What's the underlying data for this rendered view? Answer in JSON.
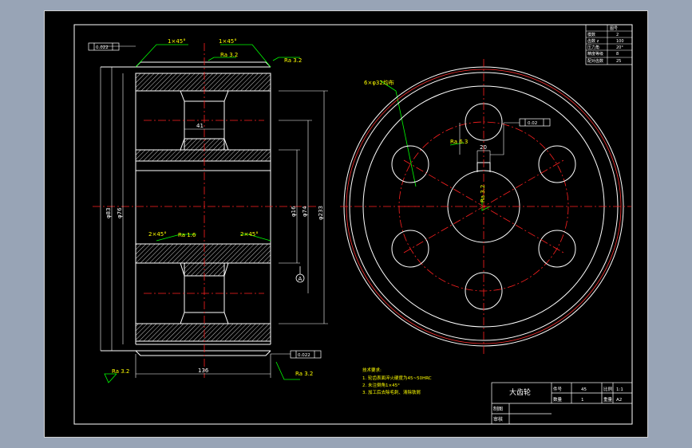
{
  "drawing": {
    "title_block": {
      "part_name": "大齿轮",
      "scale_label": "比例",
      "scale_value": "1:1",
      "material_value": "45",
      "quantity_label": "数量",
      "quantity_value": "1",
      "drawn_by_label": "制图",
      "checked_by_label": "审核",
      "sheet_code": "A2",
      "weight_label": "重量",
      "col1": "件号"
    },
    "gear_params": {
      "rows": [
        {
          "label": "模数",
          "value": "2"
        },
        {
          "label": "齿数 z",
          "value": "100"
        },
        {
          "label": "压力角",
          "value": "20°"
        },
        {
          "label": "精度等级",
          "value": "8"
        },
        {
          "label": "配对齿数",
          "value": "25"
        }
      ],
      "header_value": "图号"
    },
    "notes": {
      "title": "技术要求:",
      "items": [
        "1. 轮齿表面淬火硬度为45~50HRC",
        "2. 未注倒角1×45°",
        "3. 加工后去除毛刺、清除铁屑"
      ]
    },
    "dims": {
      "chamfer_left": "1×45°",
      "chamfer_right": "1×45°",
      "chamfer_in_left": "2×45°",
      "chamfer_in_right": "2×45°",
      "width_41": "41",
      "d83": "φ83",
      "d76": "φ76",
      "d16": "φ16",
      "d74": "φ74",
      "d233": "φ233",
      "total_width": "136",
      "keyway_width": "20",
      "datum": "A",
      "holes_callout": "6×φ32均布",
      "tol_top": "0.022",
      "tol_bottom": "0.022",
      "tol_key": "0.02",
      "ra32": "Ra 3.2",
      "ra16": "Ra 1.6",
      "ra63": "Ra 6.3",
      "ra_top_right": "Ra 3.2",
      "ra_key": "Ra 3.2",
      "ra_bottom_left": "Ra 3.2",
      "ra_bottom_right": "Ra 3.2",
      "ra_chamfer": "Ra 1.6",
      "ra_holes": "Ra 6.3"
    }
  }
}
